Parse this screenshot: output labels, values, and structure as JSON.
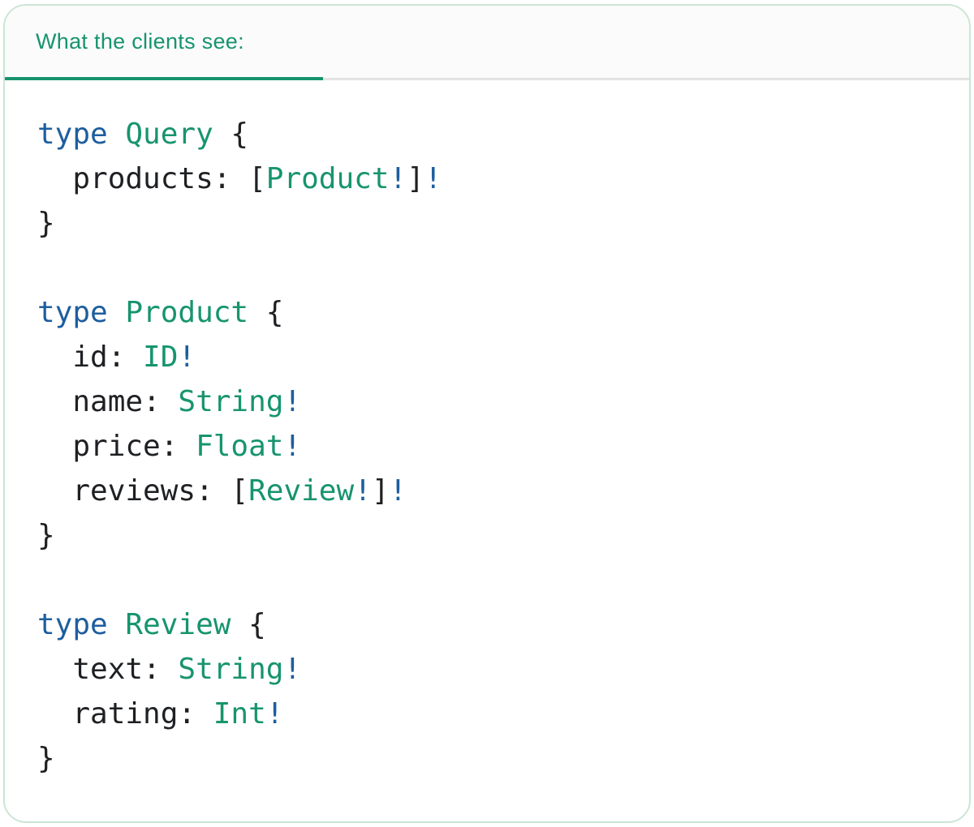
{
  "colors": {
    "accent_green": "#17946E",
    "keyword_blue": "#1E5E9E",
    "code_plain": "#1E2023",
    "divider_gray": "#E3E3E3",
    "card_border": "#CBE6D3",
    "tab_bar_bg": "#FBFBFB"
  },
  "tab": {
    "label": "What the clients see:"
  },
  "code": {
    "lines": [
      [
        {
          "text": "type ",
          "style": "keyword"
        },
        {
          "text": "Query",
          "style": "typename"
        },
        {
          "text": " {",
          "style": "plain"
        }
      ],
      [
        {
          "text": "  products: [",
          "style": "plain"
        },
        {
          "text": "Product",
          "style": "typename"
        },
        {
          "text": "!",
          "style": "keyword"
        },
        {
          "text": "]",
          "style": "plain"
        },
        {
          "text": "!",
          "style": "keyword"
        }
      ],
      [
        {
          "text": "}",
          "style": "plain"
        }
      ],
      [],
      [
        {
          "text": "type ",
          "style": "keyword"
        },
        {
          "text": "Product",
          "style": "typename"
        },
        {
          "text": " {",
          "style": "plain"
        }
      ],
      [
        {
          "text": "  id: ",
          "style": "plain"
        },
        {
          "text": "ID",
          "style": "typename"
        },
        {
          "text": "!",
          "style": "keyword"
        }
      ],
      [
        {
          "text": "  name: ",
          "style": "plain"
        },
        {
          "text": "String",
          "style": "typename"
        },
        {
          "text": "!",
          "style": "keyword"
        }
      ],
      [
        {
          "text": "  price: ",
          "style": "plain"
        },
        {
          "text": "Float",
          "style": "typename"
        },
        {
          "text": "!",
          "style": "keyword"
        }
      ],
      [
        {
          "text": "  reviews: [",
          "style": "plain"
        },
        {
          "text": "Review",
          "style": "typename"
        },
        {
          "text": "!",
          "style": "keyword"
        },
        {
          "text": "]",
          "style": "plain"
        },
        {
          "text": "!",
          "style": "keyword"
        }
      ],
      [
        {
          "text": "}",
          "style": "plain"
        }
      ],
      [],
      [
        {
          "text": "type ",
          "style": "keyword"
        },
        {
          "text": "Review",
          "style": "typename"
        },
        {
          "text": " {",
          "style": "plain"
        }
      ],
      [
        {
          "text": "  text: ",
          "style": "plain"
        },
        {
          "text": "String",
          "style": "typename"
        },
        {
          "text": "!",
          "style": "keyword"
        }
      ],
      [
        {
          "text": "  rating: ",
          "style": "plain"
        },
        {
          "text": "Int",
          "style": "typename"
        },
        {
          "text": "!",
          "style": "keyword"
        }
      ],
      [
        {
          "text": "}",
          "style": "plain"
        }
      ]
    ]
  }
}
